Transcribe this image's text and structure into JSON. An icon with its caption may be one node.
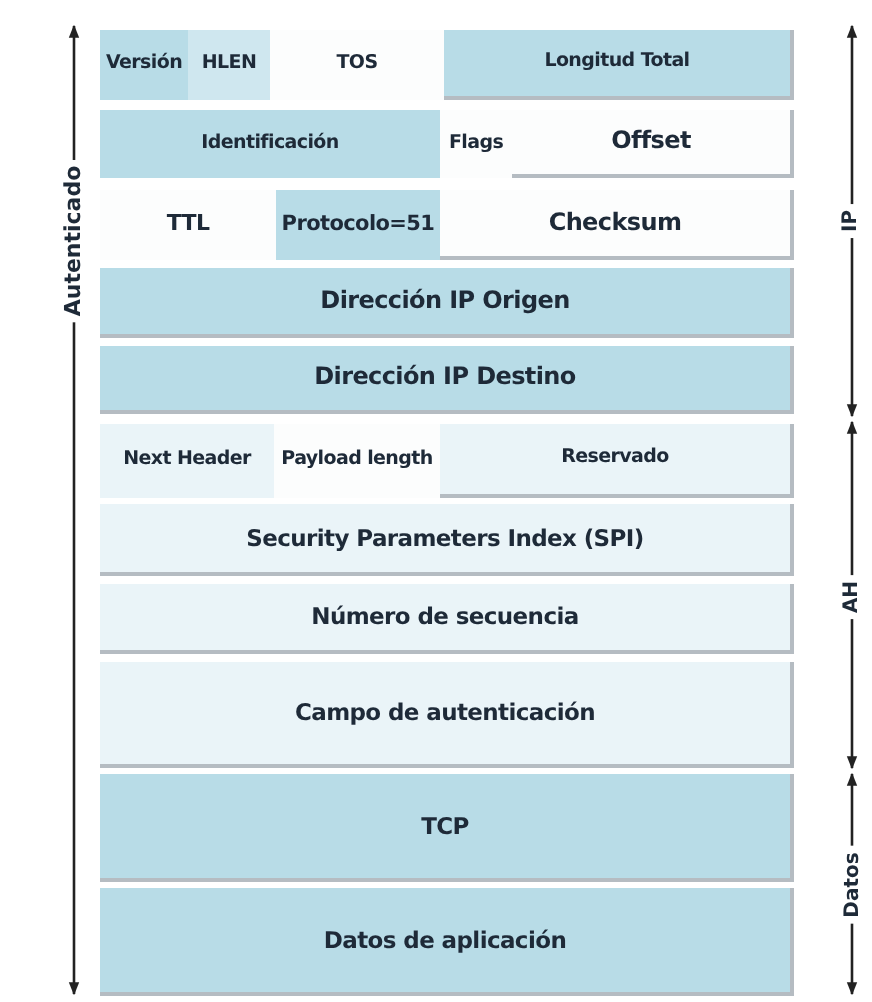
{
  "diagram": {
    "nodes": [
      {
        "text": [
          "Versión"
        ]
      },
      {
        "text": [
          "HLEN"
        ]
      },
      {
        "text": [
          "TOS"
        ]
      },
      {
        "text": [
          "Longitud Total"
        ]
      },
      {
        "text": [
          "Identificación"
        ]
      },
      {
        "text": [
          "Flags"
        ]
      },
      {
        "text": [
          "Offset"
        ]
      },
      {
        "text": [
          "TTL"
        ]
      },
      {
        "text": [
          "Protocolo=51"
        ]
      },
      {
        "text": [
          "Checksum"
        ]
      },
      {
        "text": [
          "Dirección IP Origen"
        ]
      },
      {
        "text": [
          "Dirección IP Destino"
        ]
      },
      {
        "text": [
          "Next Header"
        ]
      },
      {
        "text": [
          "Payload length"
        ]
      },
      {
        "text": [
          "Reservado"
        ]
      },
      {
        "text": [
          "Security Parameters Index (SPI)"
        ]
      },
      {
        "text": [
          "Número de secuencia"
        ]
      },
      {
        "text": [
          "Campo de autenticación"
        ]
      },
      {
        "text": [
          "TCP"
        ]
      },
      {
        "text": [
          "Datos de aplicación"
        ]
      }
    ],
    "labels": [
      "Autenticado",
      "IP",
      "AH",
      "Datos"
    ]
  }
}
